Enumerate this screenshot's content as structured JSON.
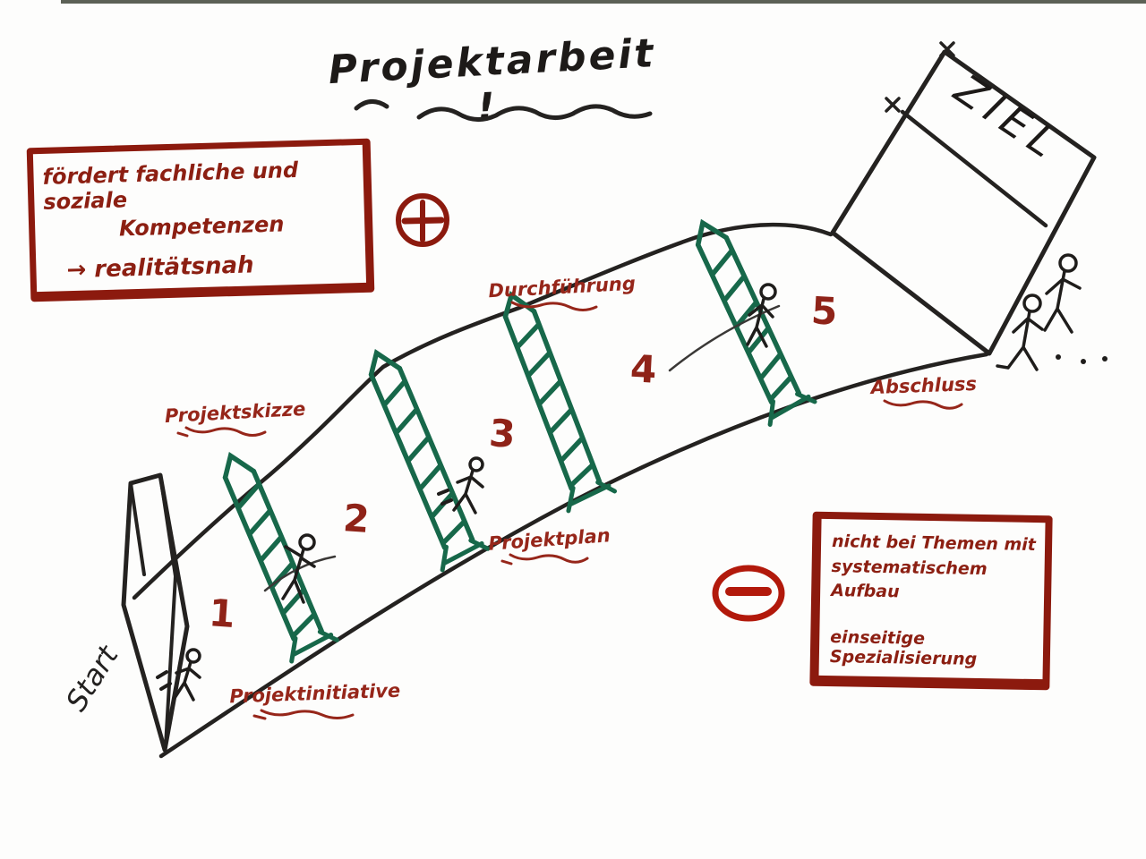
{
  "title": "Projektarbeit !",
  "goal_sign": {
    "label": "ZIEL"
  },
  "start": {
    "label": "Start"
  },
  "pro_box": {
    "line1": "fördert fachliche und soziale",
    "line2": "Kompetenzen",
    "line3": "→ realitätsnah"
  },
  "con_box": {
    "line1": "nicht bei Themen mit",
    "line2": "systematischem Aufbau",
    "line3": "einseitige Spezialisierung"
  },
  "track": {
    "numbers": [
      "1",
      "2",
      "3",
      "4",
      "5"
    ],
    "phases": [
      {
        "label": "Projektinitiative"
      },
      {
        "label": "Projektskizze"
      },
      {
        "label": "Projektplan"
      },
      {
        "label": "Durchführung"
      },
      {
        "label": "Abschluss"
      }
    ]
  },
  "icons": {
    "plus": "plus-in-circle",
    "minus": "minus-in-ellipse"
  },
  "colors": {
    "ink_black": "#242220",
    "marker_dark_red": "#8c1a0e",
    "label_red": "#96261a",
    "hurdle_green": "#17684a",
    "minus_red": "#b2190b"
  }
}
